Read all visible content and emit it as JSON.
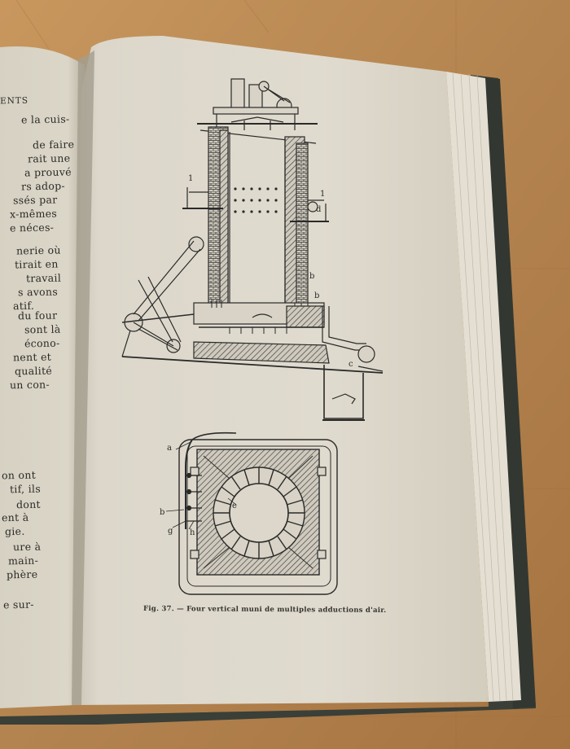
{
  "left_page": {
    "header": "ENTS",
    "lines": [
      "e la cuis-",
      "de faire",
      "rait une",
      "a prouvé",
      "rs adop-",
      "ssés par",
      "x-mêmes",
      "e néces-",
      "nerie où",
      "tirait en",
      "travail",
      "s avons",
      "atif.",
      "du four",
      "sont là",
      "écono-",
      "nent et",
      "qualité",
      "un con-",
      "on ont",
      "tif, ils",
      "dont",
      "ent à",
      "gie.",
      "ure à",
      "main-",
      "phère",
      "e sur-"
    ]
  },
  "right_page": {
    "figure_labels": {
      "one_left": "1",
      "one_right": "1",
      "d": "d",
      "b_upper": "b",
      "b_lower": "b",
      "c": "c",
      "a": "a",
      "e": "e",
      "b_plan": "b",
      "g": "g",
      "h": "h"
    },
    "caption": "Fig. 37. — Four vertical muni de multiples adductions d'air."
  },
  "colors": {
    "table": "#b98953",
    "paper": "#ddd8cb",
    "ink": "#2a2a2a",
    "cover": "#3a3f38"
  }
}
